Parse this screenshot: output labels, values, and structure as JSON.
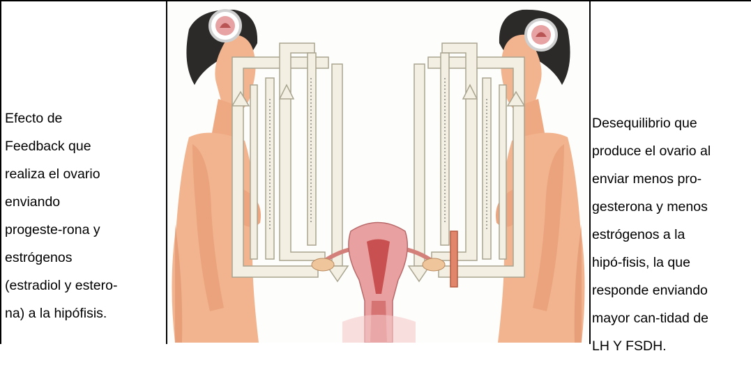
{
  "left_cell": {
    "lines": [
      "Efecto                  de",
      "Feedback             que",
      "realiza  el  ovario",
      "enviando",
      "progeste-rona        y",
      "estrógenos",
      "(estradiol y estero-",
      "na) a la hipófisis."
    ]
  },
  "right_cell": {
    "lines": [
      "Desequilibrio      que",
      "produce el ovario al",
      "enviar  menos  pro-",
      "gesterona y menos",
      "estrógenos     a     la",
      "hipó-fisis,   la   que",
      "responde  enviando",
      "mayor can-tidad de",
      "LH Y FSDH."
    ]
  },
  "figure": {
    "icons": [
      "brain-hypophysis-icon",
      "feedback-arrow-icon",
      "uterus-ovaries-icon"
    ],
    "colors": {
      "skin": "#f2b48e",
      "skin_shadow": "#d98a63",
      "hair": "#2b2a28",
      "arrow_fill": "#f3efe2",
      "arrow_stroke": "#a9a48f",
      "uterus": "#e9a0a0",
      "uterus_inner": "#c85050"
    }
  }
}
